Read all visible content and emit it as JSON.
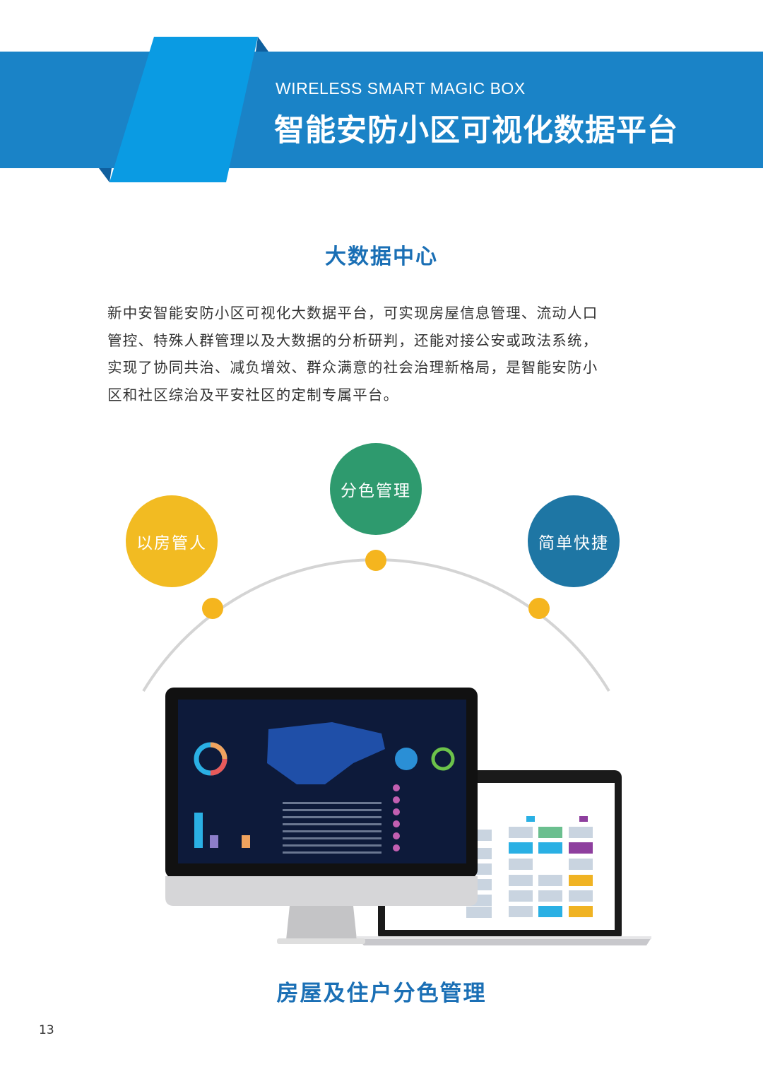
{
  "header": {
    "subtitle": "WIRELESS SMART MAGIC BOX",
    "title": "智能安防小区可视化数据平台",
    "band_color": "#1a83c7",
    "ribbon_color": "#0a9be3"
  },
  "section": {
    "heading": "大数据中心",
    "paragraph_lines": [
      "新中安智能安防小区可视化大数据平台，可实现房屋信息管理、流动人口",
      "管控、特殊人群管理以及大数据的分析研判，还能对接公安或政法系统，",
      "实现了协同共治、减负增效、群众满意的社会治理新格局，是智能安防小",
      "区和社区综治及平安社区的定制专属平台。"
    ]
  },
  "features": [
    {
      "label": "以房管人",
      "color": "#f2bb22"
    },
    {
      "label": "分色管理",
      "color": "#2e9a6e"
    },
    {
      "label": "简单快捷",
      "color": "#1e76a4"
    }
  ],
  "caption": "房屋及住户分色管理",
  "page_number": "13"
}
